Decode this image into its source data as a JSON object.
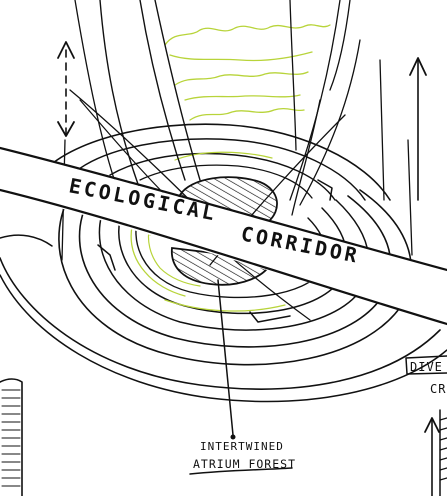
{
  "labels": {
    "corridor_word1": "ECOLOGICAL",
    "corridor_word2": "CORRIDOR",
    "atrium_line1": "INTERTWINED",
    "atrium_line2": "ATRIUM FOREST",
    "side_label_top": "DIVE",
    "side_label_bottom": "CR"
  },
  "colors": {
    "ink": "#111111",
    "vegetation": "#b8d43a",
    "paper": "#ffffff"
  }
}
